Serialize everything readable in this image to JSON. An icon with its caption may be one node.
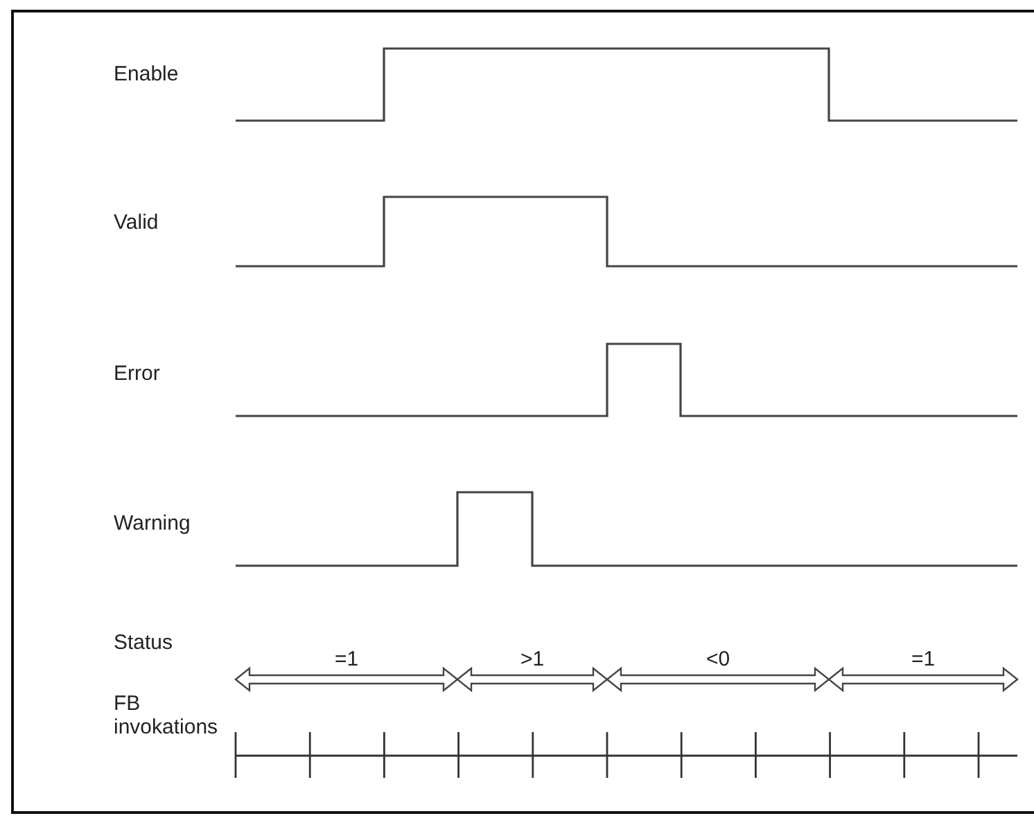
{
  "diagram": {
    "labels": [
      "Enable",
      "Valid",
      "Error",
      "Warning",
      "Status",
      "=1",
      ">1",
      "<0",
      "=1",
      "FB invokations"
    ]
  }
}
